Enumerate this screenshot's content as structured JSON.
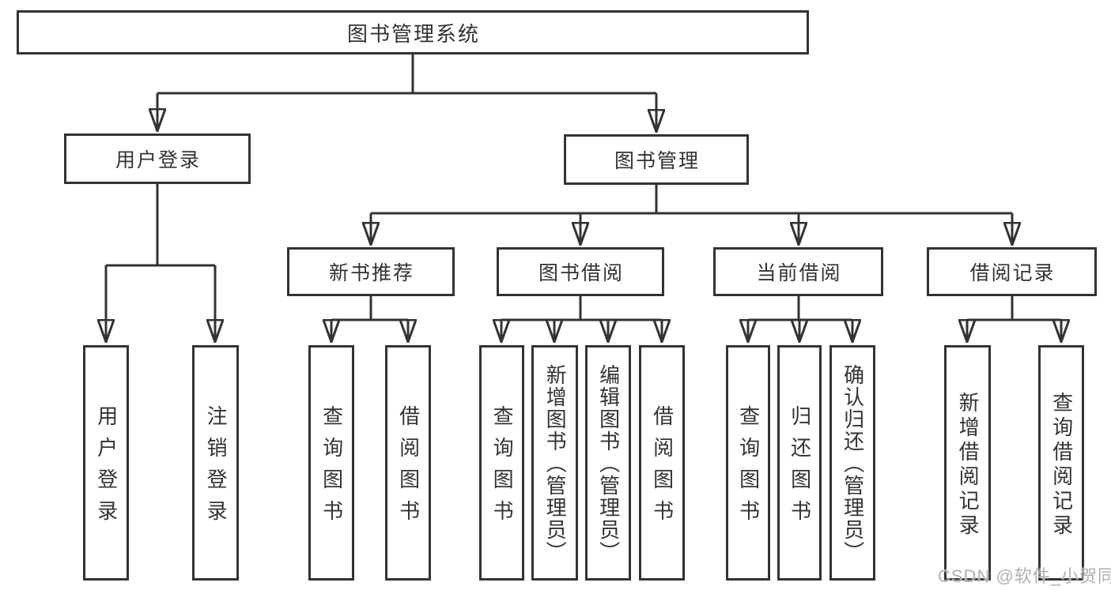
{
  "tree": {
    "root": {
      "label": "图书管理系统"
    },
    "branches": [
      {
        "label": "用户登录",
        "children": [
          {
            "label": "用户登录"
          },
          {
            "label": "注销登录"
          }
        ]
      },
      {
        "label": "图书管理",
        "children": [
          {
            "label": "新书推荐",
            "children": [
              {
                "label": "查询图书"
              },
              {
                "label": "借阅图书"
              }
            ]
          },
          {
            "label": "图书借阅",
            "children": [
              {
                "label": "查询图书"
              },
              {
                "label": "新增图书（管理员）"
              },
              {
                "label": "编辑图书（管理员）"
              },
              {
                "label": "借阅图书"
              }
            ]
          },
          {
            "label": "当前借阅",
            "children": [
              {
                "label": "查询图书"
              },
              {
                "label": "归还图书"
              },
              {
                "label": "确认归还（管理员）"
              }
            ]
          },
          {
            "label": "借阅记录",
            "children": [
              {
                "label": "新增借阅记录"
              },
              {
                "label": "查询借阅记录"
              }
            ]
          }
        ]
      }
    ]
  },
  "watermark": {
    "text": "CSDN @软件_小贺同学"
  },
  "colors": {
    "line": "#333333",
    "text": "#333333",
    "box_background": "#ffffff",
    "watermark": "#b0b0b0"
  }
}
